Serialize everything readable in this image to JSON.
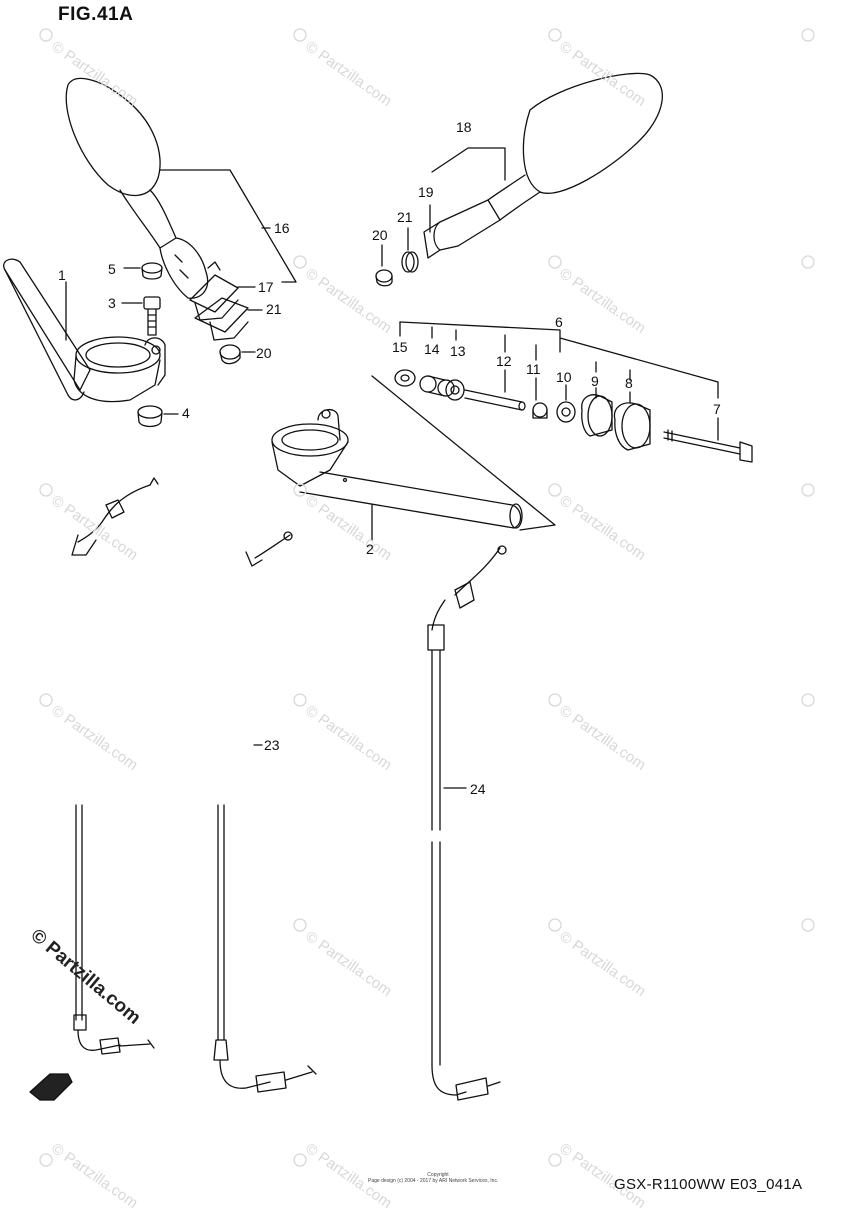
{
  "figure": {
    "title": "FIG.41A",
    "model_code": "GSX-R1100WW   E03_041A",
    "copyright_line1": "Copyright",
    "copyright_line2": "Page design (c) 2004 - 2017 by ARI Network Services, Inc."
  },
  "watermark": {
    "text": "© Partzilla.com",
    "prominent_text": "© Partzilla.com"
  },
  "parts": [
    {
      "id": "p1",
      "label": "1"
    },
    {
      "id": "p2",
      "label": "2"
    },
    {
      "id": "p3",
      "label": "3"
    },
    {
      "id": "p4",
      "label": "4"
    },
    {
      "id": "p5",
      "label": "5"
    },
    {
      "id": "p6",
      "label": "6"
    },
    {
      "id": "p7",
      "label": "7"
    },
    {
      "id": "p8",
      "label": "8"
    },
    {
      "id": "p9",
      "label": "9"
    },
    {
      "id": "p10",
      "label": "10"
    },
    {
      "id": "p11",
      "label": "11"
    },
    {
      "id": "p12",
      "label": "12"
    },
    {
      "id": "p13",
      "label": "13"
    },
    {
      "id": "p14",
      "label": "14"
    },
    {
      "id": "p15",
      "label": "15"
    },
    {
      "id": "p16",
      "label": "16"
    },
    {
      "id": "p17",
      "label": "17"
    },
    {
      "id": "p18",
      "label": "18"
    },
    {
      "id": "p19",
      "label": "19"
    },
    {
      "id": "p20a",
      "label": "20"
    },
    {
      "id": "p20b",
      "label": "20"
    },
    {
      "id": "p21a",
      "label": "21"
    },
    {
      "id": "p21b",
      "label": "21"
    },
    {
      "id": "p23",
      "label": "23"
    },
    {
      "id": "p24",
      "label": "24"
    }
  ],
  "colors": {
    "line": "#111111",
    "watermark": "#d8d8d8"
  }
}
